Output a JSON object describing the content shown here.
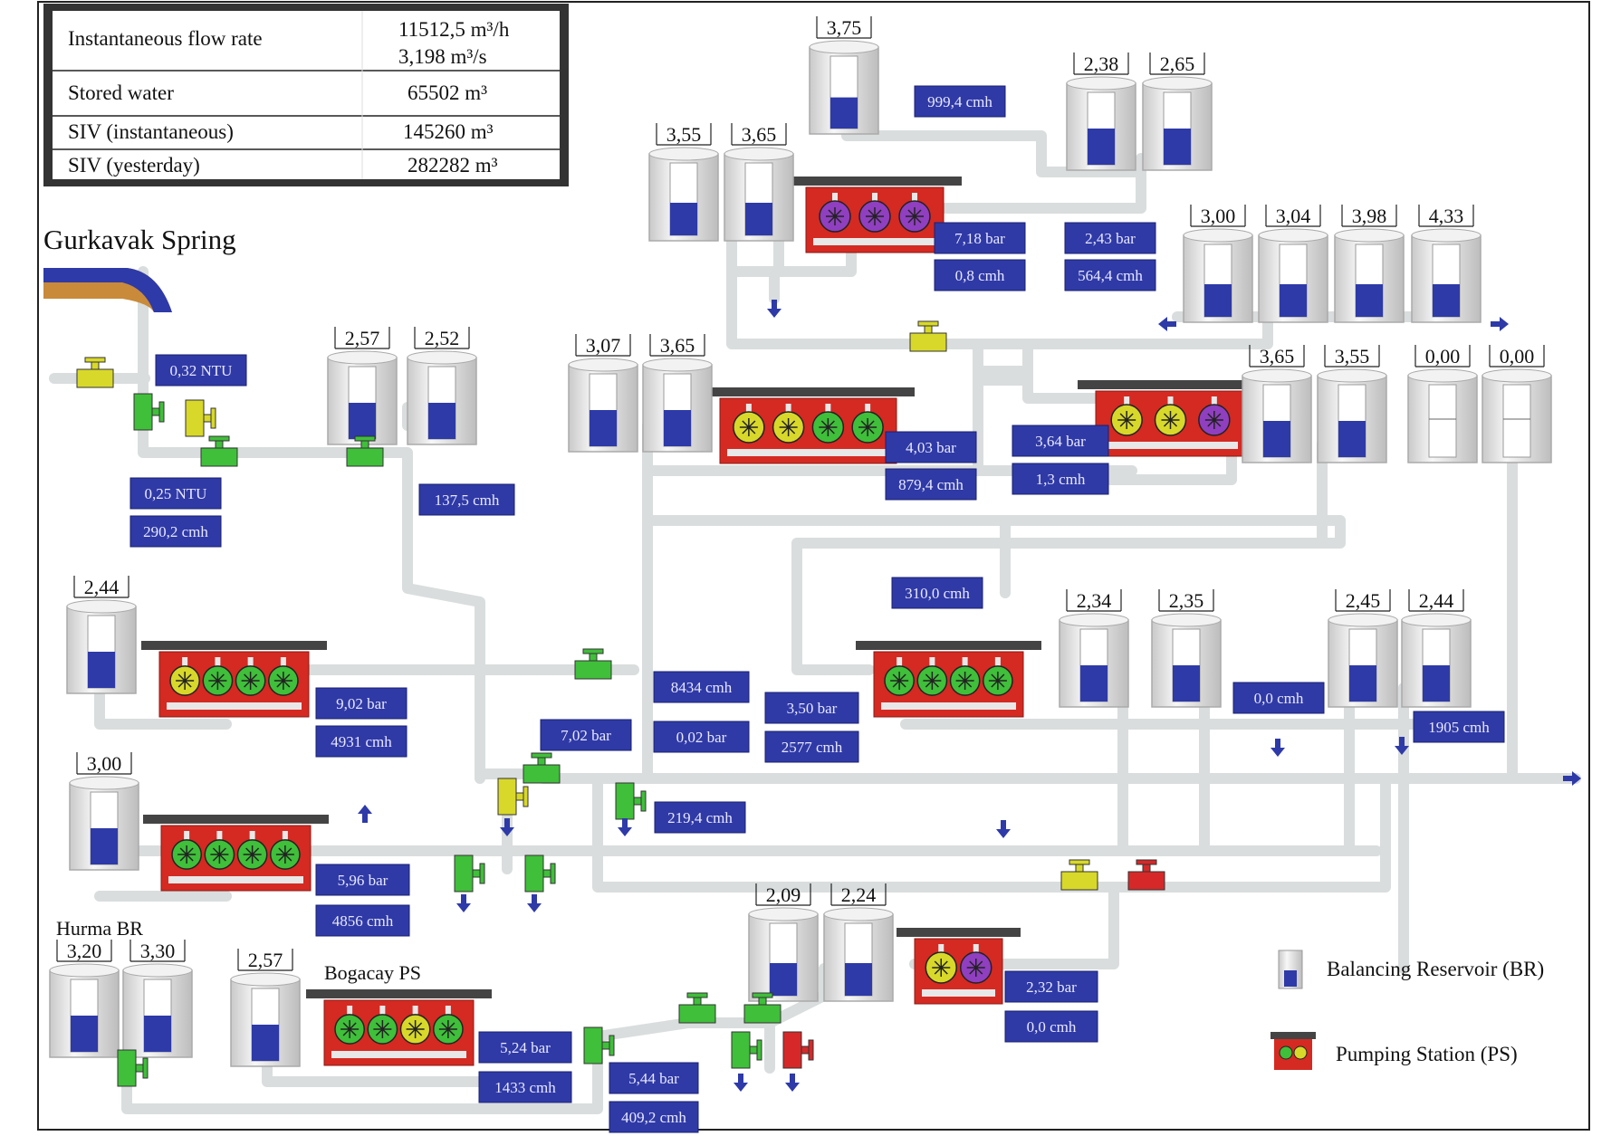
{
  "summary": {
    "rows": [
      {
        "label": "Instantaneous flow rate",
        "value": "11512,5 m³/h",
        "value2": "3,198 m³/s"
      },
      {
        "label": "Stored water",
        "value": "65502 m³"
      },
      {
        "label": "SIV (instantaneous)",
        "value": "145260 m³"
      },
      {
        "label": "SIV (yesterday)",
        "value": "282282 m³"
      }
    ]
  },
  "labels": {
    "spring": "Gurkavak Spring",
    "hurma": "Hurma BR",
    "bogacay": "Bogacay PS"
  },
  "legend": {
    "reservoir": "Balancing Reservoir (BR)",
    "pumping": "Pumping Station (PS)"
  },
  "reservoirs": [
    {
      "level": "3,75",
      "fill": 0.43
    },
    {
      "level": "2,38",
      "fill": 0.5
    },
    {
      "level": "2,65",
      "fill": 0.5
    },
    {
      "level": "3,55",
      "fill": 0.45
    },
    {
      "level": "3,65",
      "fill": 0.45
    },
    {
      "level": "3,00",
      "fill": 0.45
    },
    {
      "level": "3,04",
      "fill": 0.45
    },
    {
      "level": "3,98",
      "fill": 0.45
    },
    {
      "level": "4,33",
      "fill": 0.45
    },
    {
      "level": "2,57",
      "fill": 0.5
    },
    {
      "level": "2,52",
      "fill": 0.5
    },
    {
      "level": "3,07",
      "fill": 0.5
    },
    {
      "level": "3,65",
      "fill": 0.5
    },
    {
      "level": "3,65",
      "fill": 0.5
    },
    {
      "level": "3,55",
      "fill": 0.5
    },
    {
      "level": "0,00",
      "fill": 0
    },
    {
      "level": "0,00",
      "fill": 0
    },
    {
      "level": "2,44",
      "fill": 0.5
    },
    {
      "level": "2,34",
      "fill": 0.5
    },
    {
      "level": "2,35",
      "fill": 0.5
    },
    {
      "level": "2,45",
      "fill": 0.5
    },
    {
      "level": "2,44",
      "fill": 0.5
    },
    {
      "level": "3,00",
      "fill": 0.5
    },
    {
      "level": "2,09",
      "fill": 0.45
    },
    {
      "level": "2,24",
      "fill": 0.45
    },
    {
      "level": "3,20",
      "fill": 0.5
    },
    {
      "level": "3,30",
      "fill": 0.5
    },
    {
      "level": "2,57",
      "fill": 0.5
    }
  ],
  "tags": [
    "999,4 cmh",
    "7,18 bar",
    "0,8 cmh",
    "2,43 bar",
    "564,4 cmh",
    "0,32 NTU",
    "0,25 NTU",
    "290,2 cmh",
    "137,5 cmh",
    "4,03 bar",
    "879,4 cmh",
    "3,64 bar",
    "1,3 cmh",
    "310,0 cmh",
    "9,02 bar",
    "4931 cmh",
    "8434 cmh",
    "0,02 bar",
    "7,02 bar",
    "3,50 bar",
    "2577 cmh",
    "0,0 cmh",
    "1905 cmh",
    "219,4 cmh",
    "5,96 bar",
    "4856 cmh",
    "2,32 bar",
    "0,0 cmh",
    "5,24 bar",
    "1433 cmh",
    "5,44 bar",
    "409,2 cmh"
  ],
  "colors": {
    "pipe": "#d9dddd",
    "water": "#2e3aa8",
    "tag": "#2f3aa6",
    "station": "#d42a22",
    "valve_green": "#3fbf3a",
    "valve_yellow": "#d8d82a",
    "valve_red": "#d62828"
  }
}
